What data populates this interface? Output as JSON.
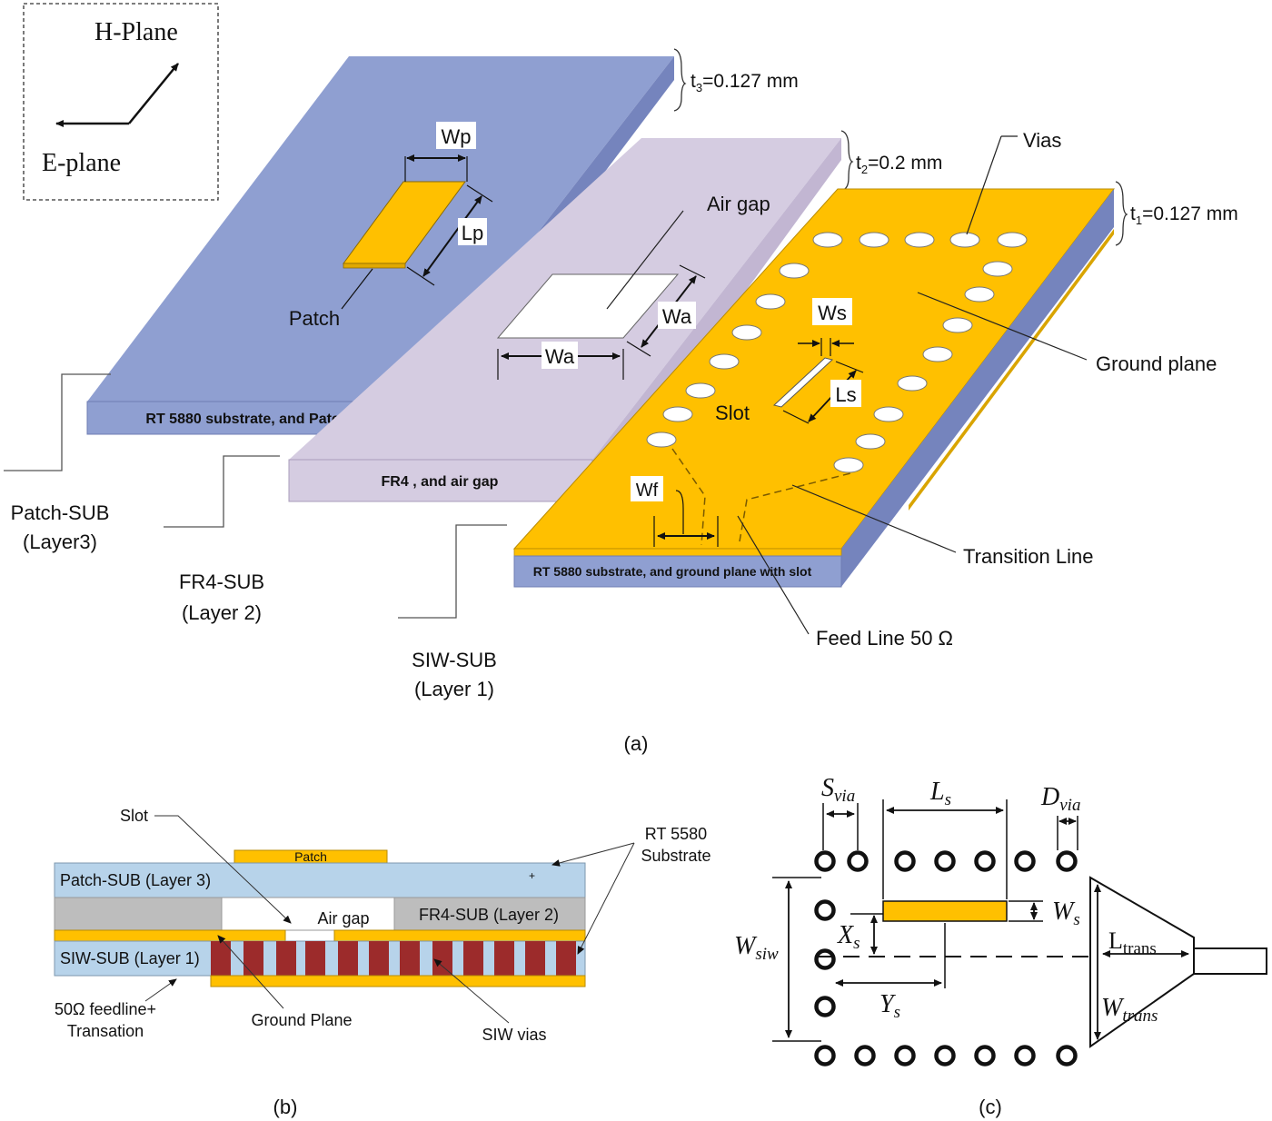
{
  "colors": {
    "patch_sub": "#8f9fd1",
    "patch_sub_dark": "#7584bd",
    "fr4": "#d5cce1",
    "fr4_dark": "#c2b6d2",
    "ground": "#ffc000",
    "ground_edge": "#b98b00",
    "sideview_blue": "#b7d3ea",
    "sideview_grey": "#bdbdbd",
    "via_red": "#9c2b2b"
  },
  "panel_a": {
    "orientation": {
      "h_plane": "H-Plane",
      "e_plane": "E-plane"
    },
    "thickness": {
      "t3": {
        "sym": "t",
        "sub": "3",
        "val": "=0.127 mm"
      },
      "t2": {
        "sym": "t",
        "sub": "2",
        "val": "=0.2 mm"
      },
      "t1": {
        "sym": "t",
        "sub": "1",
        "val": "=0.127 mm"
      }
    },
    "dims": {
      "wp": "Wp",
      "lp": "Lp",
      "wa": "Wa",
      "wa2": "Wa",
      "ws": "Ws",
      "ls": "Ls",
      "wf": "Wf"
    },
    "labels": {
      "patch": "Patch",
      "air_gap": "Air gap",
      "vias": "Vias",
      "ground_plane": "Ground plane",
      "slot": "Slot",
      "transition_line": "Transition Line",
      "feed_line": "Feed Line 50 Ω"
    },
    "layer_faces": {
      "layer3": "RT 5880 substrate, and Patch",
      "layer2": "FR4 , and air gap",
      "layer1": "RT 5880 substrate, and ground plane with slot"
    },
    "layer_names": {
      "l3_a": "Patch-SUB",
      "l3_b": "(Layer3)",
      "l2_a": "FR4-SUB",
      "l2_b": "(Layer 2)",
      "l1_a": "SIW-SUB",
      "l1_b": "(Layer 1)"
    },
    "caption": "(a)"
  },
  "panel_b": {
    "slot": "Slot",
    "rt_a": "RT 5580",
    "rt_b": "Substrate",
    "patch": "Patch",
    "patch_sub": "Patch-SUB (Layer 3)",
    "air_gap": "Air gap",
    "fr4_sub": "FR4-SUB (Layer 2)",
    "siw_sub": "SIW-SUB (Layer 1)",
    "feed_a": "50Ω feedline+",
    "feed_b": "Transation",
    "ground": "Ground Plane",
    "siw_vias": "SIW vias",
    "caption": "(b)"
  },
  "panel_c": {
    "s_via": {
      "sym": "S",
      "sub": "via"
    },
    "d_via": {
      "sym": "D",
      "sub": "via"
    },
    "l_s": {
      "sym": "L",
      "sub": "s"
    },
    "w_s": {
      "sym": "W",
      "sub": "s"
    },
    "x_s": {
      "sym": "X",
      "sub": "s"
    },
    "y_s": {
      "sym": "Y",
      "sub": "s"
    },
    "w_siw": {
      "sym": "W",
      "sub": "siw"
    },
    "l_trans": {
      "sym": "L",
      "sub": "trans"
    },
    "w_trans": {
      "sym": "W",
      "sub": "trans"
    },
    "caption": "(c)"
  }
}
